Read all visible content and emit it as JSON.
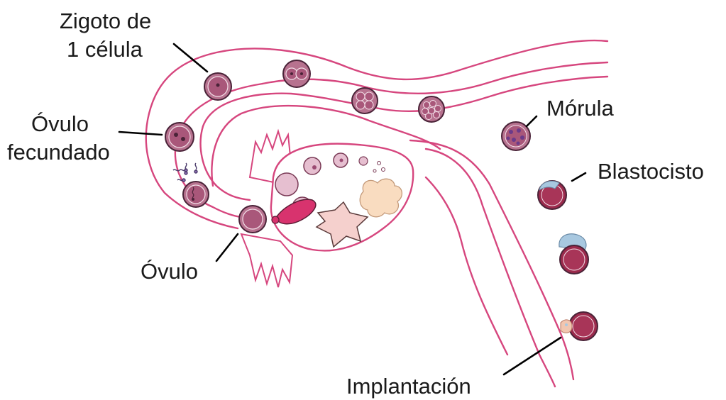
{
  "labels": {
    "zigoto_line1": "Zigoto de",
    "zigoto_line2": "1 célula",
    "ovulo_fecundado_line1": "Óvulo",
    "ovulo_fecundado_line2": "fecundado",
    "ovulo": "Óvulo",
    "morula": "Mórula",
    "blastocisto": "Blastocisto",
    "implantacion": "Implantación"
  },
  "colors": {
    "tissue_outline": "#d6467e",
    "cell_fill": "#a9577a",
    "cell_ring": "#f3dfe8",
    "cell_outline": "#4a2338",
    "blastocyst_fill": "#9b2a4c",
    "blastocyst_cap": "#a8c8e0",
    "corpus_luteum": "#f9dcc0",
    "follicle_fill": "#c6739c",
    "rupture_fill": "#d8336e",
    "leader_line": "#000000"
  }
}
